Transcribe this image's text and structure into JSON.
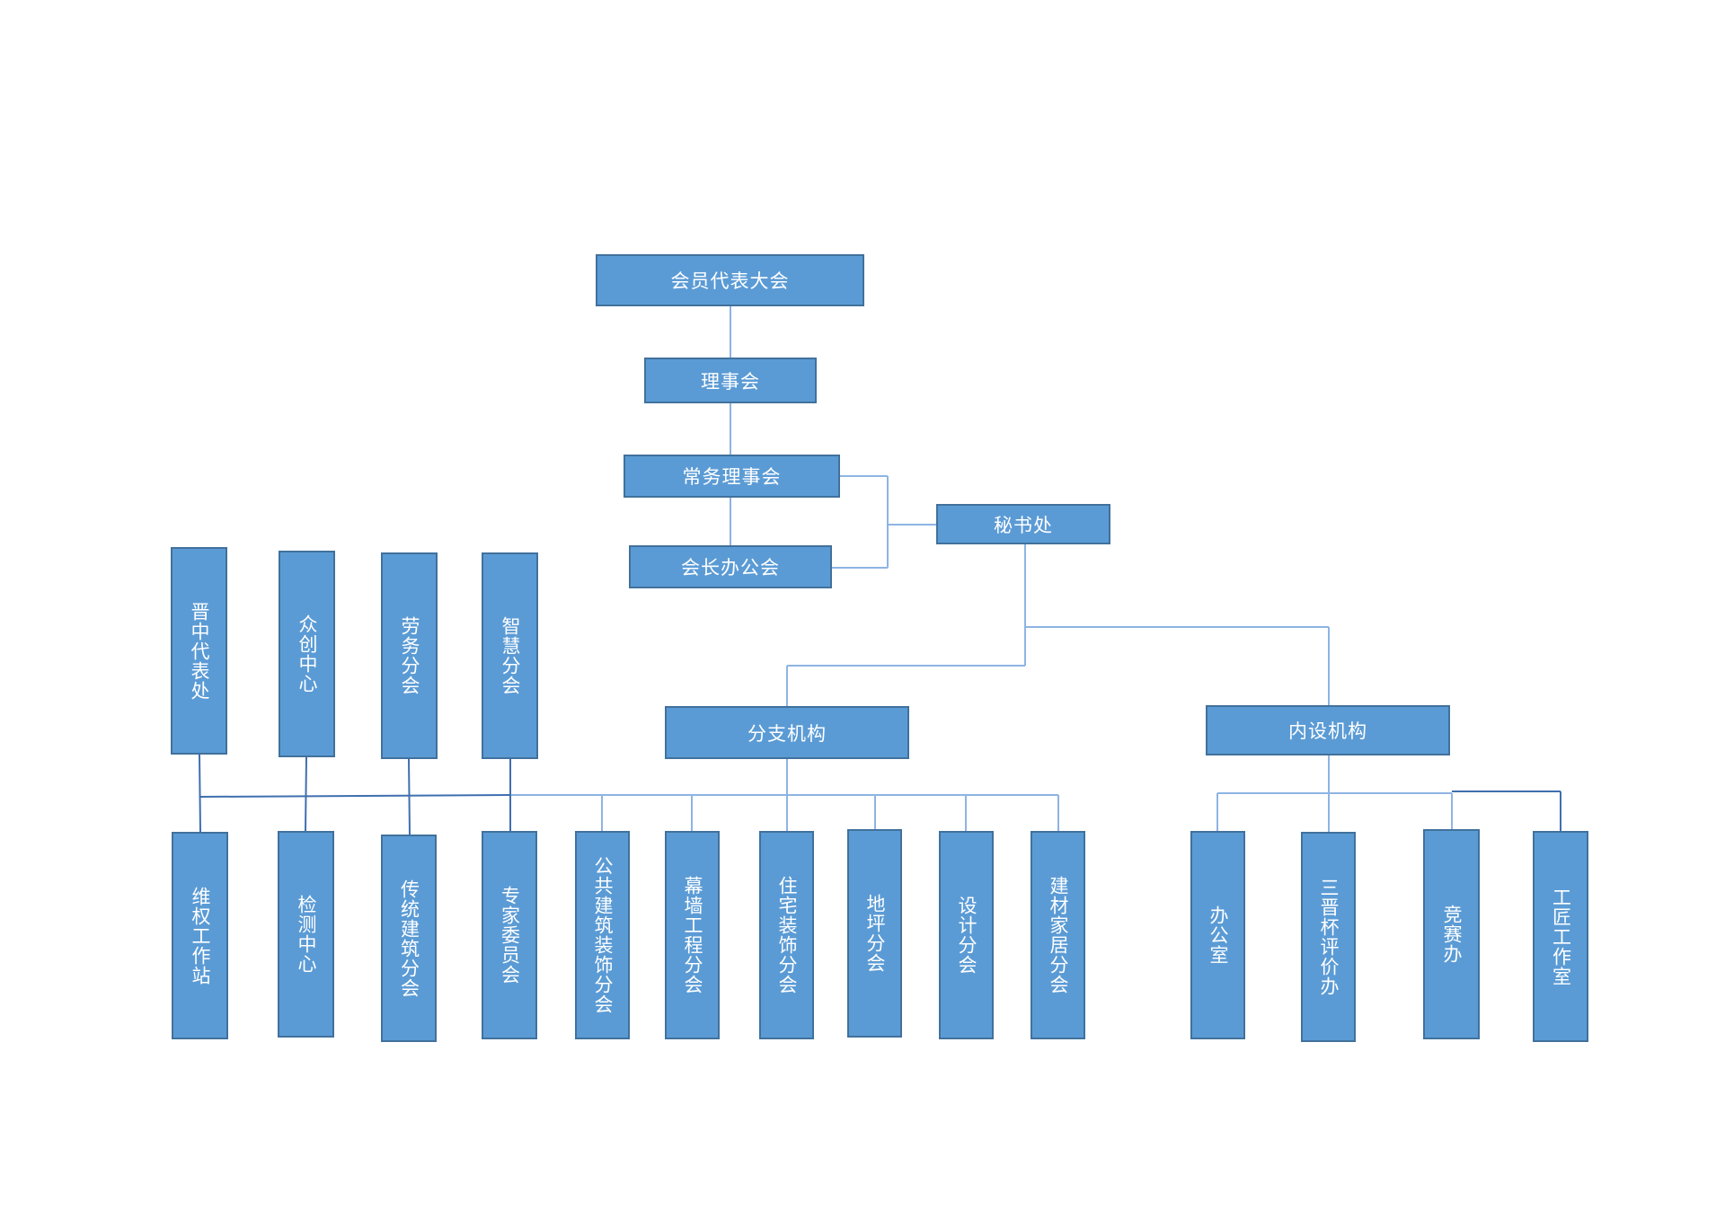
{
  "nodes": {
    "general_assembly": "会员代表大会",
    "council": "理事会",
    "standing_council": "常务理事会",
    "president_office_meeting": "会长办公会",
    "secretariat": "秘书处",
    "branch_institutions": "分支机构",
    "internal_institutions": "内设机构",
    "branches_top": [
      "晋中代表处",
      "众创中心",
      "劳务分会",
      "智慧分会"
    ],
    "branches_bottom": [
      "维权工作站",
      "检测中心",
      "传统建筑分会",
      "专家委员会",
      "公共建筑装饰分会",
      "幕墙工程分会",
      "住宅装饰分会",
      "地坪分会",
      "设计分会",
      "建材家居分会"
    ],
    "internal": [
      "办公室",
      "三晋杯评价办",
      "竞赛办",
      "工匠工作室"
    ]
  },
  "colors": {
    "box_fill": "#5B9BD5",
    "box_border": "#41719C",
    "box_text": "#FFFFFF",
    "connector": "#8EB4E3",
    "connector_dark": "#3F6FAF"
  }
}
